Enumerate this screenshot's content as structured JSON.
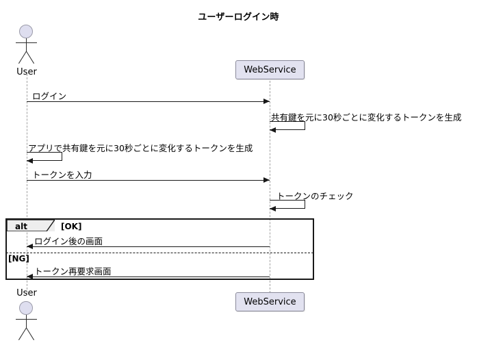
{
  "title": "ユーザーログイン時",
  "colors": {
    "participant_fill": "#E2E2F0",
    "participant_border": "#8A8A9A",
    "actor_head_fill": "#DEDEEF",
    "line": "#181818",
    "lifeline": "#A0A0A0",
    "fragment_header_fill": "#EEEEEE"
  },
  "participants": [
    {
      "id": "user",
      "kind": "actor",
      "label": "User"
    },
    {
      "id": "webservice",
      "kind": "participant",
      "label": "WebService"
    }
  ],
  "participants_bottom": [
    {
      "id": "user",
      "kind": "actor",
      "label": "User"
    },
    {
      "id": "webservice",
      "kind": "participant",
      "label": "WebService"
    }
  ],
  "messages": [
    {
      "index": 1,
      "from": "user",
      "to": "webservice",
      "direction": "right",
      "label": "ログイン"
    },
    {
      "index": 2,
      "from": "webservice",
      "to": "webservice",
      "direction": "self",
      "label": "共有鍵を元に30秒ごとに変化するトークンを生成"
    },
    {
      "index": 3,
      "from": "user",
      "to": "user",
      "direction": "self",
      "label": "アプリで共有鍵を元に30秒ごとに変化するトークンを生成"
    },
    {
      "index": 4,
      "from": "user",
      "to": "webservice",
      "direction": "right",
      "label": "トークンを入力"
    },
    {
      "index": 5,
      "from": "webservice",
      "to": "webservice",
      "direction": "self",
      "label": "トークンのチェック"
    },
    {
      "index": 6,
      "from": "webservice",
      "to": "user",
      "direction": "left",
      "label": "ログイン後の画面"
    },
    {
      "index": 7,
      "from": "webservice",
      "to": "user",
      "direction": "left",
      "label": "トークン再要求画面"
    }
  ],
  "fragment": {
    "type": "alt",
    "title": "alt",
    "guard_primary": "[OK]",
    "guard_else": "[NG]"
  }
}
